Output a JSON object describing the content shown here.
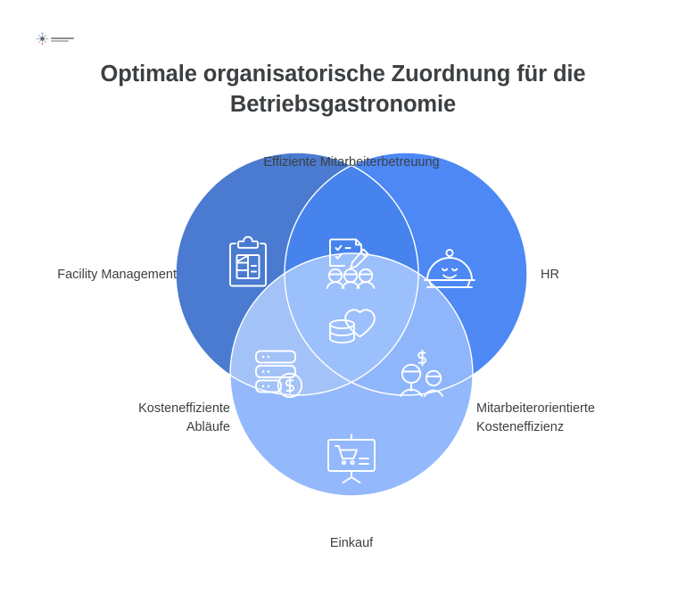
{
  "brand": {
    "logo_name": "company-logo"
  },
  "header": {
    "title_line_1": "Optimale organisatorische Zuordnung für die",
    "title_line_2": "Betriebsgastronomie"
  },
  "diagram": {
    "type": "venn-3-circle",
    "colors": {
      "circle_left": "#4a7bd0",
      "circle_right": "#4d88f5",
      "circle_bottom": "#93b9fc",
      "overlap_left_right": "#4683ed",
      "overlap_left_bottom": "#a3c2f7",
      "overlap_right_bottom": "#8fb6fb",
      "overlap_center": "#9cc0fb",
      "outline": "#ffffff",
      "icon": "#ffffff",
      "text": "#3c4043"
    },
    "sets": [
      {
        "id": "facility-management",
        "label": "Facility Management",
        "position": "left",
        "icon": "clipboard-chart-icon"
      },
      {
        "id": "hr",
        "label": "HR",
        "position": "right",
        "icon": "food-cloche-smile-icon"
      },
      {
        "id": "einkauf",
        "label": "Einkauf",
        "position": "bottom",
        "icon": "presentation-cart-icon"
      }
    ],
    "intersections": [
      {
        "id": "effiziente-mitarbeiterbetreuung",
        "label": "Effiziente Mitarbeiterbetreuung",
        "between": [
          "facility-management",
          "hr"
        ],
        "position": "top",
        "icon": "checklist-pencil-people-icon"
      },
      {
        "id": "kosteneffiziente-ablaeufe",
        "label": "Kosteneffiziente\nAbläufe",
        "between": [
          "facility-management",
          "einkauf"
        ],
        "position": "bottom-left",
        "icon": "server-dollar-icon"
      },
      {
        "id": "mitarbeiterorientierte-kosteneffizienz",
        "label": "Mitarbeiterorientierte\nKosteneffizienz",
        "between": [
          "hr",
          "einkauf"
        ],
        "position": "bottom-right",
        "icon": "people-dollar-icon"
      }
    ],
    "center": {
      "id": "center-overlap",
      "label": "",
      "between": [
        "facility-management",
        "hr",
        "einkauf"
      ],
      "icon": "coins-heart-icon"
    }
  }
}
